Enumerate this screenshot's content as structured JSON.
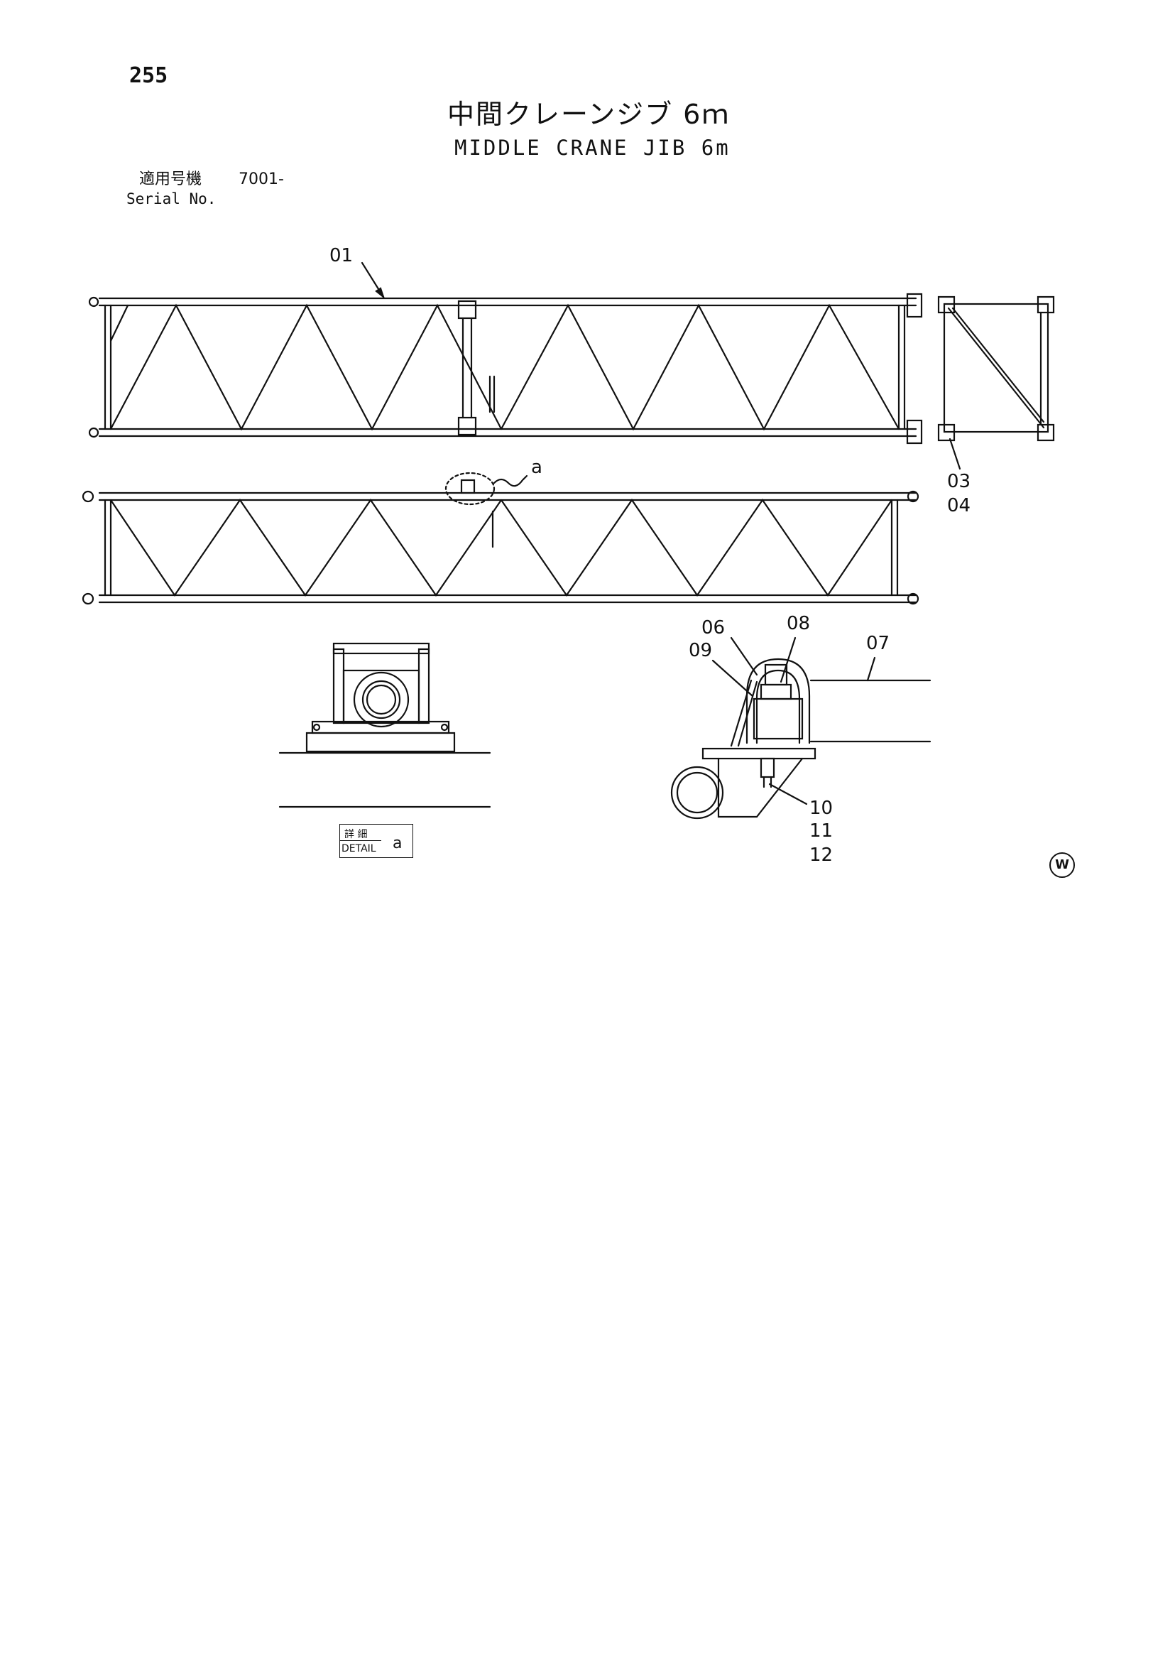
{
  "page_number": "255",
  "title": {
    "japanese": "中間クレーンジブ 6ｍ",
    "english": "MIDDLE CRANE JIB 6m"
  },
  "serial": {
    "label_japanese": "適用号機",
    "value": "7001-",
    "label_english": "Serial No."
  },
  "callouts": {
    "c01": "01",
    "c03": "03",
    "c04": "04",
    "c06": "06",
    "c07": "07",
    "c08": "08",
    "c09": "09",
    "c10": "10",
    "c11": "11",
    "c12": "12",
    "detail_ref": "a"
  },
  "detail_label": {
    "japanese": "詳 細",
    "english": "DETAIL",
    "letter": "a"
  },
  "corner_mark": "W"
}
